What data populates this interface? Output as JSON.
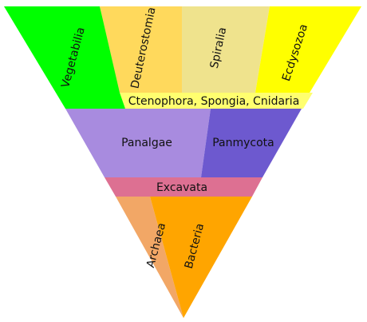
{
  "regions": {
    "vegetabilia": {
      "label": "Vegetabilia",
      "color": "#00ff00"
    },
    "deuterostomia": {
      "label": "Deuterostomia",
      "color": "#ffd95c"
    },
    "spiralia": {
      "label": "Spiralia",
      "color": "#efe38d"
    },
    "ecdysozoa": {
      "label": "Ecdysozoa",
      "color": "#ffff00"
    },
    "basal_animals": {
      "label": "Ctenophora, Spongia, Cnidaria",
      "color": "#ffff6f"
    },
    "panalgae": {
      "label": "Panalgae",
      "color": "#a88bdf"
    },
    "panmycota": {
      "label": "Panmycota",
      "color": "#6d59cf"
    },
    "excavata": {
      "label": "Excavata",
      "color": "#dd7092"
    },
    "archaea": {
      "label": "Archaea",
      "color": "#f2a766"
    },
    "bacteria": {
      "label": "Bacteria",
      "color": "#ffa500"
    }
  }
}
